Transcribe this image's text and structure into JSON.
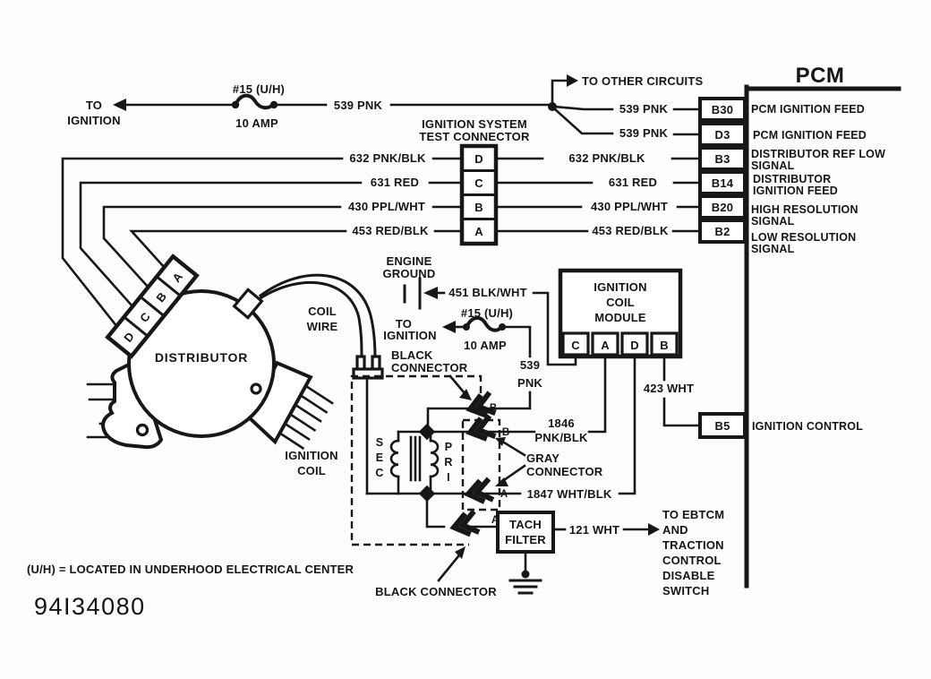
{
  "pcm": {
    "title": "PCM",
    "pins": [
      {
        "id": "B30",
        "desc": [
          "PCM IGNITION FEED"
        ]
      },
      {
        "id": "D3",
        "desc": [
          "PCM IGNITION FEED"
        ]
      },
      {
        "id": "B3",
        "desc": [
          "DISTRIBUTOR REF LOW",
          "SIGNAL"
        ]
      },
      {
        "id": "B14",
        "desc": [
          "DISTRIBUTOR",
          "IGNITION FEED"
        ]
      },
      {
        "id": "B20",
        "desc": [
          "HIGH RESOLUTION",
          "SIGNAL"
        ]
      },
      {
        "id": "B2",
        "desc": [
          "LOW RESOLUTION",
          "SIGNAL"
        ]
      },
      {
        "id": "B5",
        "desc": [
          "IGNITION CONTROL"
        ]
      }
    ]
  },
  "feed": {
    "to_line1": "TO",
    "to_line2": "IGNITION",
    "fuse_name": "#15 (U/H)",
    "fuse_rating": "10 AMP",
    "wire": "539 PNK",
    "branch_other": "TO OTHER CIRCUITS",
    "branch_b30": "539 PNK",
    "branch_d3": "539 PNK"
  },
  "test_connector": {
    "title_line1": "IGNITION SYSTEM",
    "title_line2": "TEST CONNECTOR",
    "pins": [
      "D",
      "C",
      "B",
      "A"
    ],
    "left_wires": [
      "632 PNK/BLK",
      "631 RED",
      "430 PPL/WHT",
      "453 RED/BLK"
    ],
    "right_wires": [
      "632 PNK/BLK",
      "631 RED",
      "430 PPL/WHT",
      "453 RED/BLK"
    ]
  },
  "distributor": {
    "label": "DISTRIBUTOR",
    "pads": [
      "D",
      "C",
      "B",
      "A"
    ],
    "coil_wire_line1": "COIL",
    "coil_wire_line2": "WIRE"
  },
  "engine_ground": {
    "label_line1": "ENGINE",
    "label_line2": "GROUND",
    "wire": "451 BLK/WHT"
  },
  "coil_feed": {
    "to_line1": "TO",
    "to_line2": "IGNITION",
    "fuse_name": "#15 (U/H)",
    "fuse_rating": "10 AMP",
    "wire_line1": "539",
    "wire_line2": "PNK"
  },
  "module": {
    "title_line1": "IGNITION",
    "title_line2": "COIL",
    "title_line3": "MODULE",
    "pins": [
      "C",
      "A",
      "D",
      "B"
    ],
    "wire_b5": "423 WHT",
    "wire_1846_line1": "1846",
    "wire_1846_line2": "PNK/BLK",
    "wire_1847": "1847 WHT/BLK"
  },
  "coil": {
    "label_line1": "IGNITION",
    "label_line2": "COIL",
    "sec": "SEC",
    "pri": "PRI",
    "terminals": [
      "B",
      "B",
      "A",
      "A"
    ],
    "black_top_line1": "BLACK",
    "black_top_line2": "CONNECTOR",
    "black_bottom": "BLACK CONNECTOR",
    "gray_line1": "GRAY",
    "gray_line2": "CONNECTOR"
  },
  "tach": {
    "box_line1": "TACH",
    "box_line2": "FILTER",
    "wire": "121 WHT",
    "dest_lines": [
      "TO EBTCM",
      "AND",
      "TRACTION",
      "CONTROL",
      "DISABLE",
      "SWITCH"
    ]
  },
  "notes": {
    "footnote": "(U/H) = LOCATED IN UNDERHOOD ELECTRICAL CENTER",
    "drawing_id": "94I34080"
  }
}
